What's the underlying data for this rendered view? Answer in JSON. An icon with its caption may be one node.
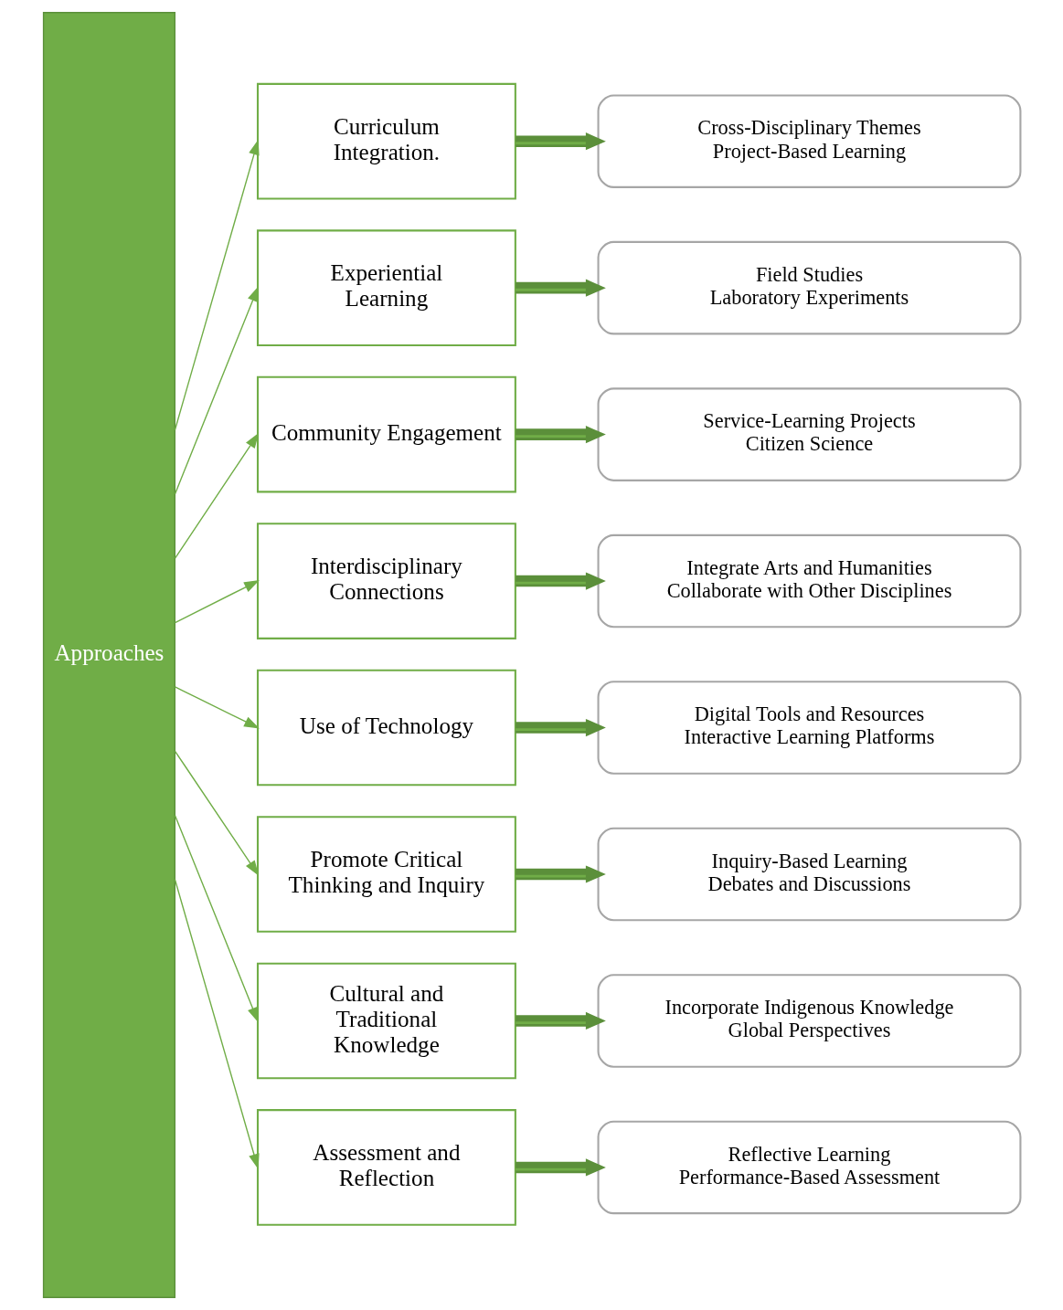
{
  "diagram": {
    "nodes": [
      {
        "text": [
          "Approaches"
        ]
      },
      {
        "text": [
          "Curriculum Integration."
        ]
      },
      {
        "text": [
          "Experiential Learning"
        ]
      },
      {
        "text": [
          "Community Engagement"
        ]
      },
      {
        "text": [
          "Interdisciplinary Connections"
        ]
      },
      {
        "text": [
          "Use of Technology"
        ]
      },
      {
        "text": [
          "Promote Critical Thinking and Inquiry"
        ]
      },
      {
        "text": [
          "Cultural and Traditional Knowledge"
        ]
      },
      {
        "text": [
          "Assessment and Reflection"
        ]
      },
      {
        "text": [
          "Cross-Disciplinary Themes",
          "Project-Based Learning"
        ]
      },
      {
        "text": [
          "Field Studies",
          "Laboratory Experiments"
        ]
      },
      {
        "text": [
          "Service-Learning Projects",
          "Citizen Science"
        ]
      },
      {
        "text": [
          "Integrate Arts and Humanities",
          "Collaborate with Other Disciplines"
        ]
      },
      {
        "text": [
          "Digital Tools and Resources",
          "Interactive Learning Platforms"
        ]
      },
      {
        "text": [
          "Inquiry-Based Learning",
          "Debates and Discussions"
        ]
      },
      {
        "text": [
          "Incorporate Indigenous Knowledge",
          "Global Perspectives"
        ]
      },
      {
        "text": [
          "Reflective Learning",
          "Performance-Based Assessment"
        ]
      }
    ],
    "edges": [
      {
        "from": 0,
        "to": 1,
        "arrow": "to"
      },
      {
        "from": 0,
        "to": 2,
        "arrow": "to"
      },
      {
        "from": 0,
        "to": 3,
        "arrow": "to"
      },
      {
        "from": 0,
        "to": 4,
        "arrow": "to"
      },
      {
        "from": 0,
        "to": 5,
        "arrow": "to"
      },
      {
        "from": 0,
        "to": 6,
        "arrow": "to"
      },
      {
        "from": 0,
        "to": 7,
        "arrow": "to"
      },
      {
        "from": 0,
        "to": 8,
        "arrow": "to"
      },
      {
        "from": 1,
        "to": 9,
        "arrow": "to",
        "style": "thick"
      },
      {
        "from": 2,
        "to": 10,
        "arrow": "to",
        "style": "thick"
      },
      {
        "from": 3,
        "to": 11,
        "arrow": "to",
        "style": "thick"
      },
      {
        "from": 4,
        "to": 12,
        "arrow": "to",
        "style": "thick"
      },
      {
        "from": 5,
        "to": 13,
        "arrow": "to",
        "style": "thick"
      },
      {
        "from": 6,
        "to": 14,
        "arrow": "to",
        "style": "thick"
      },
      {
        "from": 7,
        "to": 15,
        "arrow": "to",
        "style": "thick"
      },
      {
        "from": 8,
        "to": 16,
        "arrow": "to",
        "style": "thick"
      }
    ]
  }
}
